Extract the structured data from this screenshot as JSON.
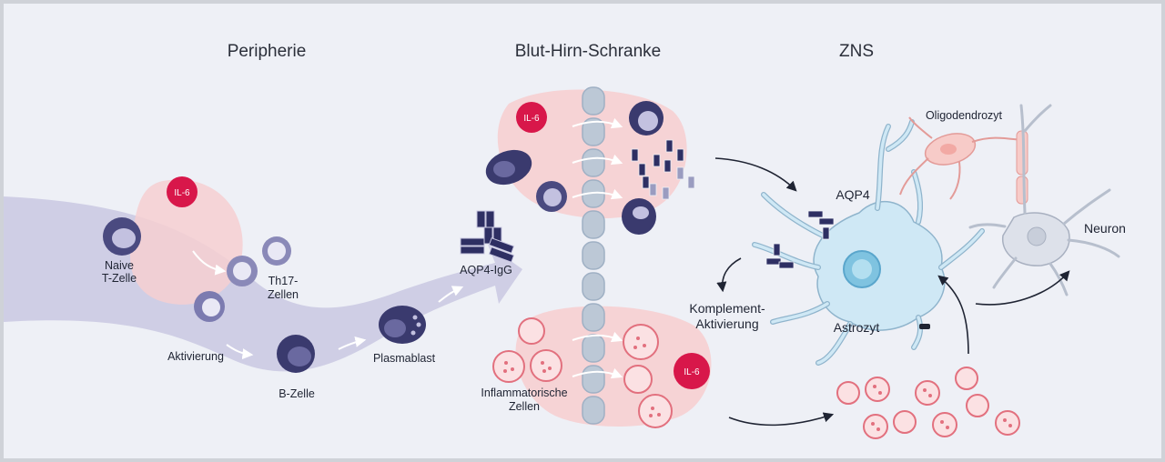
{
  "headings": {
    "periphery": "Peripherie",
    "bbb": "Blut-Hirn-Schranke",
    "cns": "ZNS"
  },
  "labels": {
    "naive_line1": "Naive",
    "naive_line2": "T-Zelle",
    "th17_line1": "Th17-",
    "th17_line2": "Zellen",
    "activation": "Aktivierung",
    "bcell": "B-Zelle",
    "plasmablast": "Plasmablast",
    "aqp4igg": "AQP4-IgG",
    "inflam_line1": "Inflammatorische",
    "inflam_line2": "Zellen",
    "aqp4": "AQP4",
    "oligo": "Oligodendrozyt",
    "neuron": "Neuron",
    "complement_line1": "Komplement-",
    "complement_line2": "Aktivierung",
    "astro": "Astrozyt",
    "il6": "IL-6"
  },
  "colors": {
    "background": "#eef0f6",
    "pathway": "#c9c8e2",
    "pink_region": "#f6d3d4",
    "il6_red": "#d8174a",
    "cell_dark": "#3a3a6e",
    "cell_light": "#c3c1e0",
    "vessel": "#bcc8d6",
    "astrocyte": "#cfe8f5",
    "neuron": "#dde1ea",
    "oligo": "#f7cbc8"
  }
}
